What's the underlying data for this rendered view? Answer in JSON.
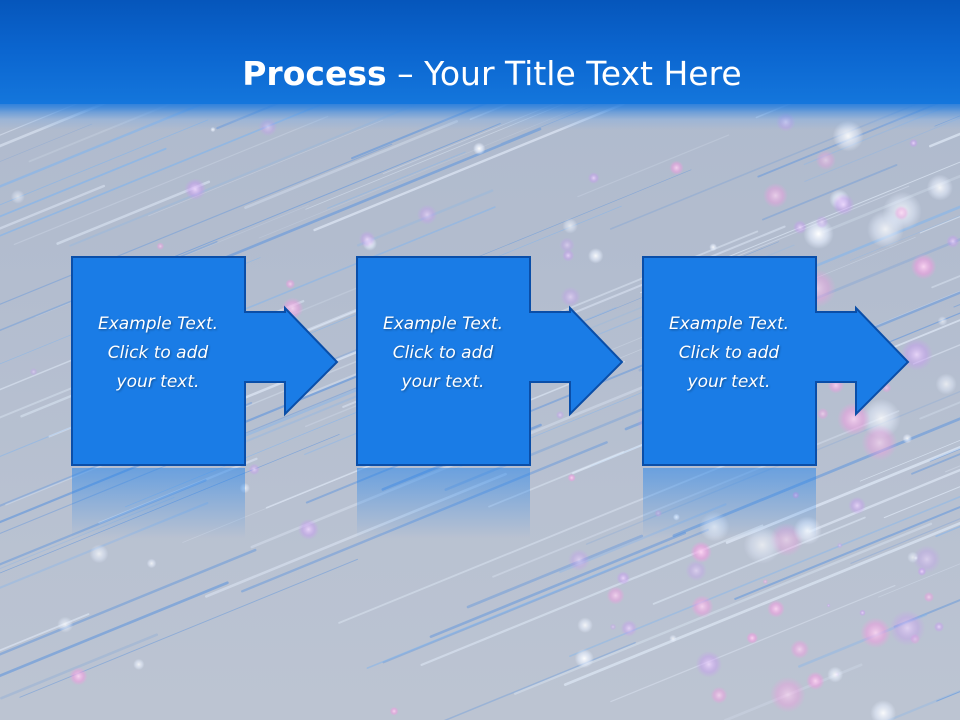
{
  "title": {
    "bold": "Process",
    "rest": " – Your Title Text Here"
  },
  "steps": [
    {
      "line1": "Example Text.",
      "line2": "Click  to add",
      "line3": "your text."
    },
    {
      "line1": "Example Text.",
      "line2": "Click  to add",
      "line3": "your text."
    },
    {
      "line1": "Example Text.",
      "line2": "Click  to add",
      "line3": "your text."
    }
  ],
  "colors": {
    "header": "#0b66d0",
    "box_fill": "#1a7ce6",
    "box_stroke": "#0a4ea8",
    "text": "#ffffff"
  }
}
